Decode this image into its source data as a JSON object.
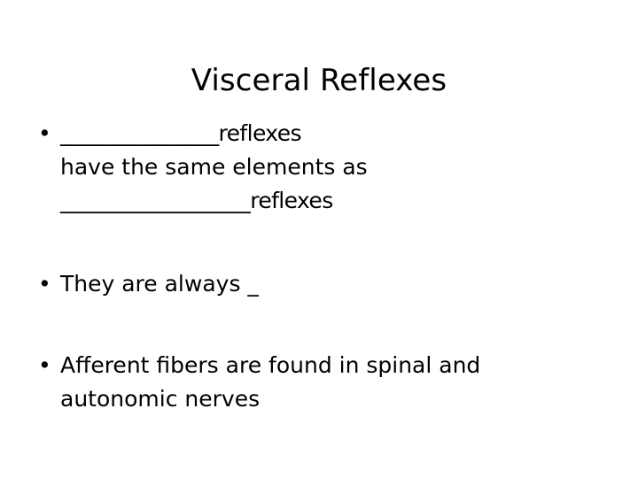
{
  "slide": {
    "title": "Visceral Reflexes",
    "background_color": "#ffffff",
    "text_color": "#000000",
    "bullet_glyph": "•",
    "bullets": [
      {
        "name": "visceral-reflex-elements",
        "marker": "•",
        "lines": [
          "_______________reflexes",
          "have the same elements as",
          "__________________reflexes"
        ]
      },
      {
        "name": "always-blank",
        "marker": "•",
        "lines": [
          "They are always _"
        ]
      },
      {
        "name": "afferent-fibers",
        "marker": "•",
        "lines": [
          "Afferent fibers are found in spinal and",
          "autonomic nerves"
        ]
      }
    ]
  }
}
